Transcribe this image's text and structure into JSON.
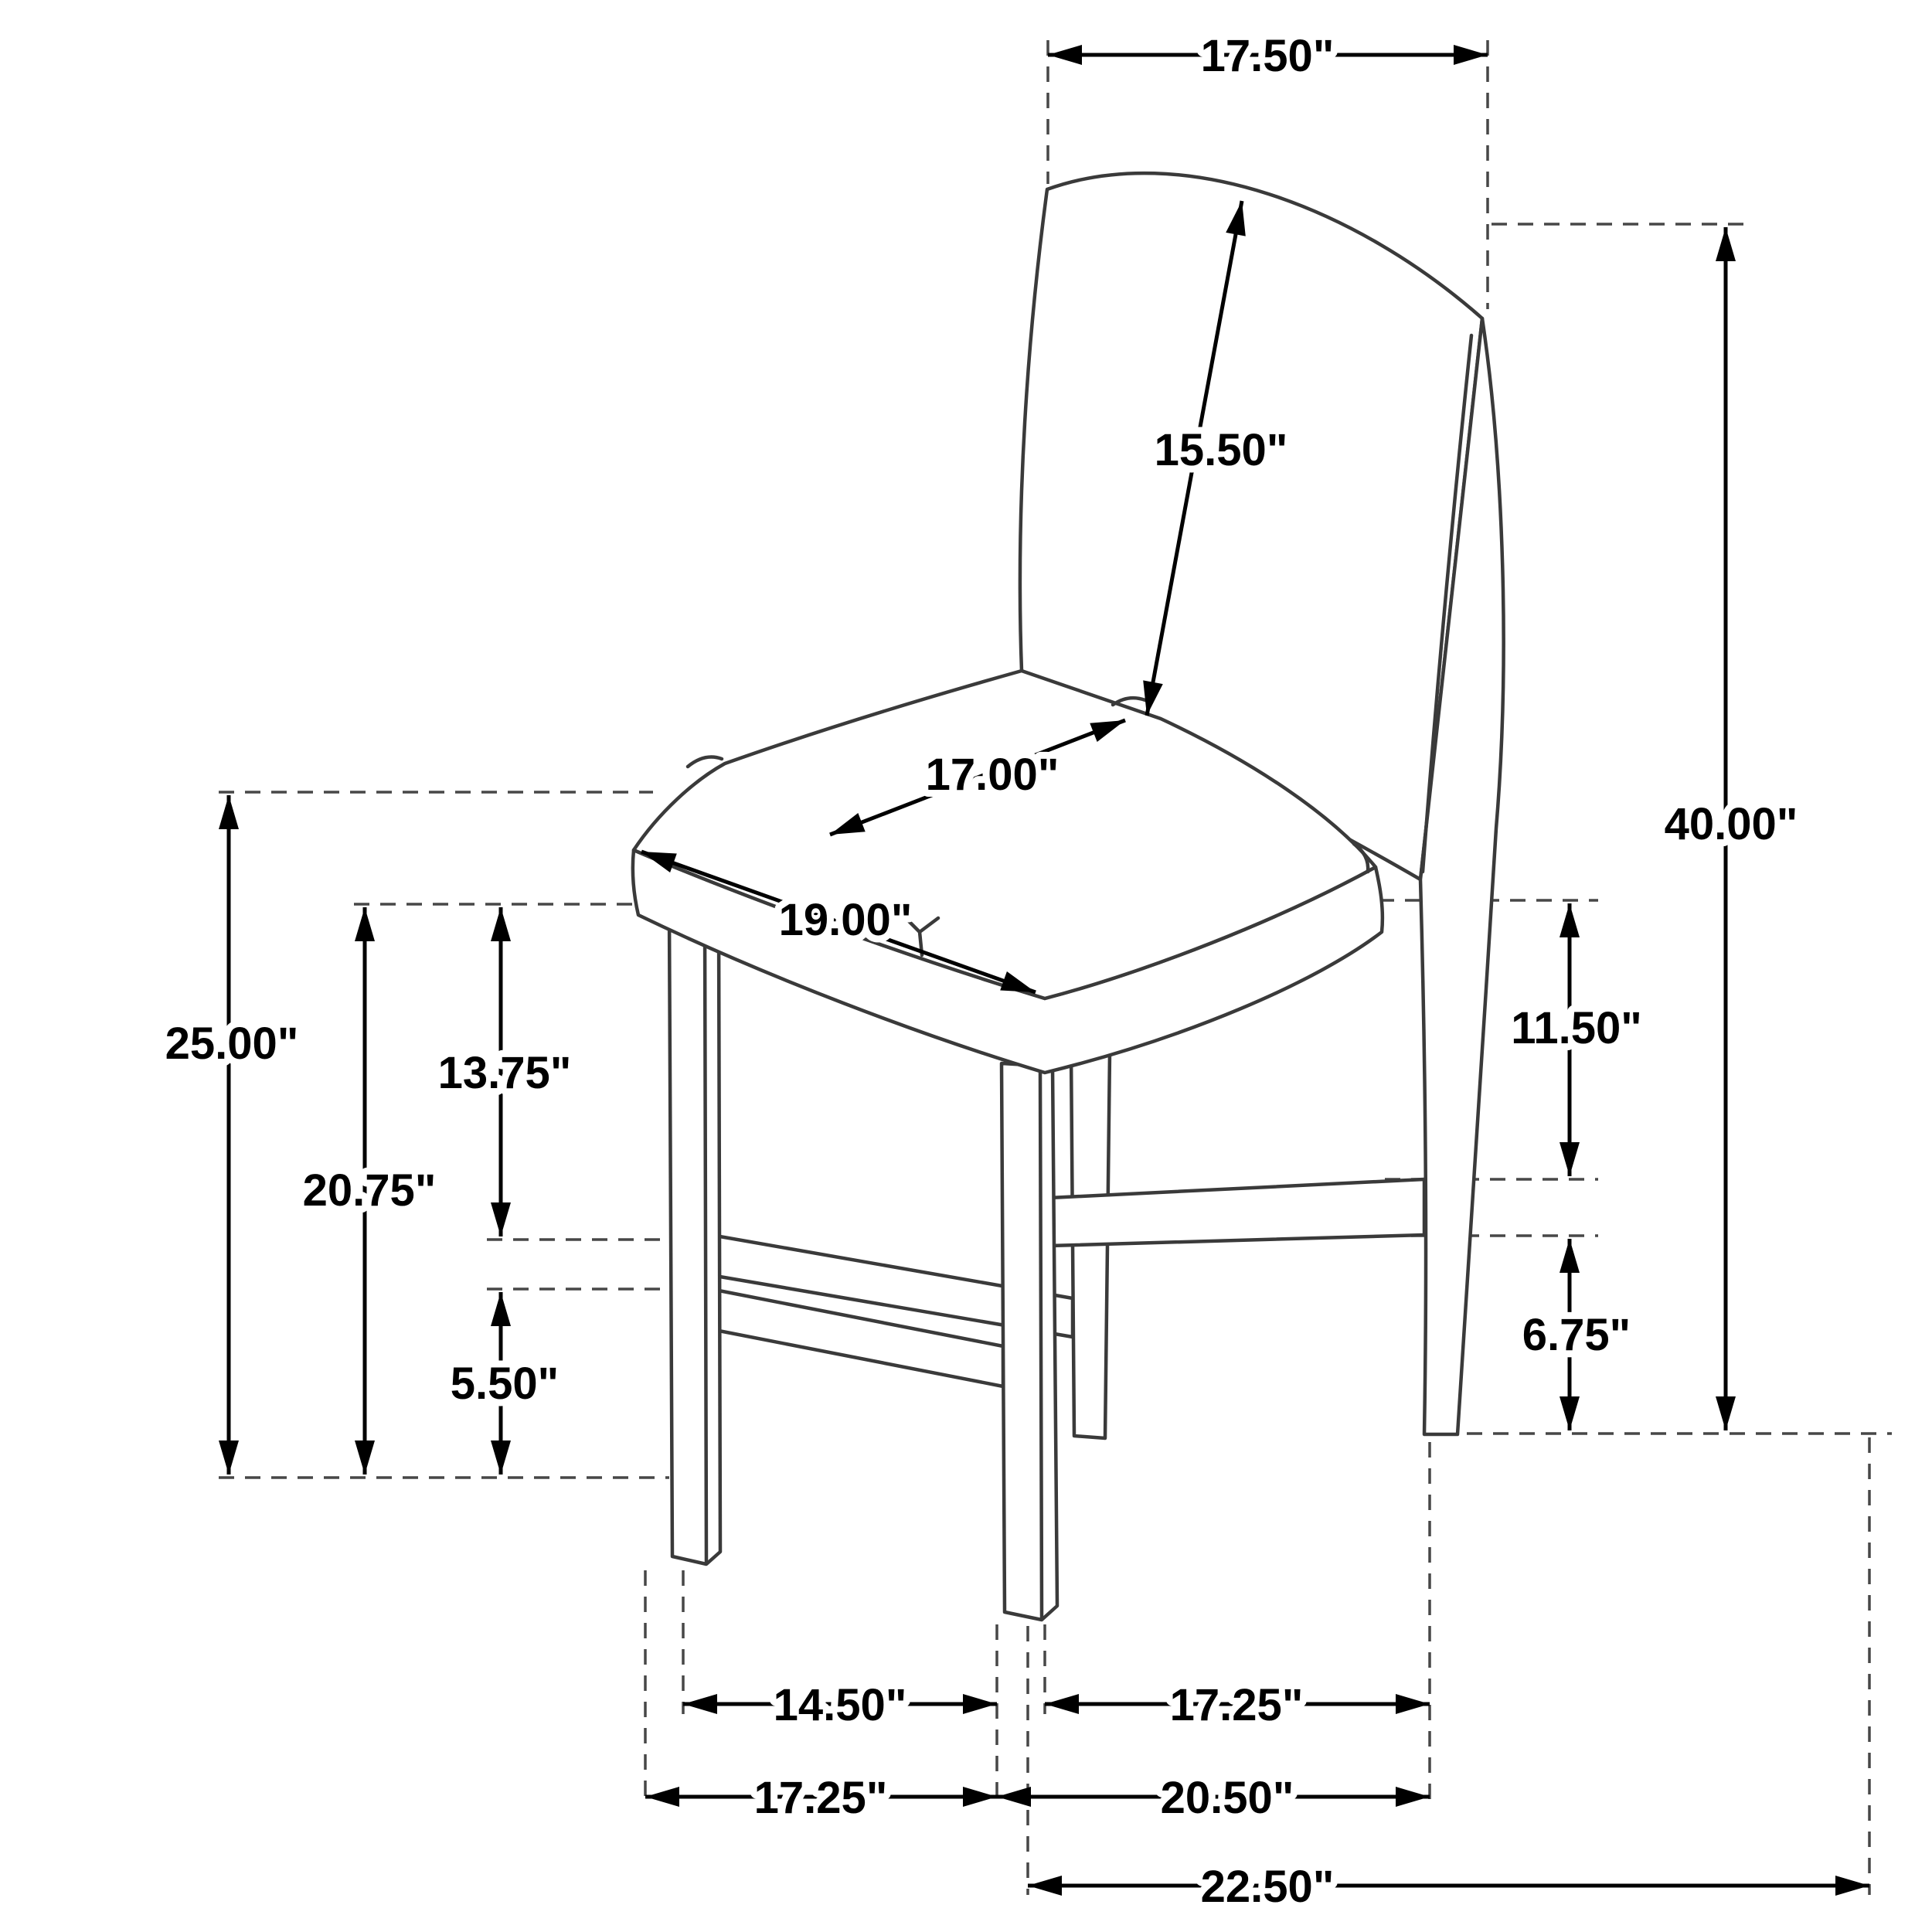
{
  "diagram": {
    "subject": "counter-height-chair-dimension-diagram",
    "unit": "inches",
    "background_color": "#ffffff",
    "outline_color": "#3a3a3a",
    "dimension_color": "#000000",
    "extension_color": "#474747"
  },
  "dimensions": {
    "back_width": "17.50\"",
    "backrest_length": "15.50\"",
    "overall_height": "40.00\"",
    "seat_depth": "17.00\"",
    "seat_width": "19.00\"",
    "seat_height": "25.00\"",
    "seat_to_upper_stretcher": "13.75\"",
    "floor_to_seat_bottom": "20.75\"",
    "lower_stretcher_to_floor": "5.50\"",
    "seat_to_side_stretcher": "11.50\"",
    "side_stretcher_to_floor": "6.75\"",
    "front_leg_spacing": "14.50\"",
    "front_to_rear_leg_spacing": "17.25\"",
    "base_width": "17.25\"",
    "base_depth": "20.50\"",
    "overall_depth": "22.50\""
  }
}
